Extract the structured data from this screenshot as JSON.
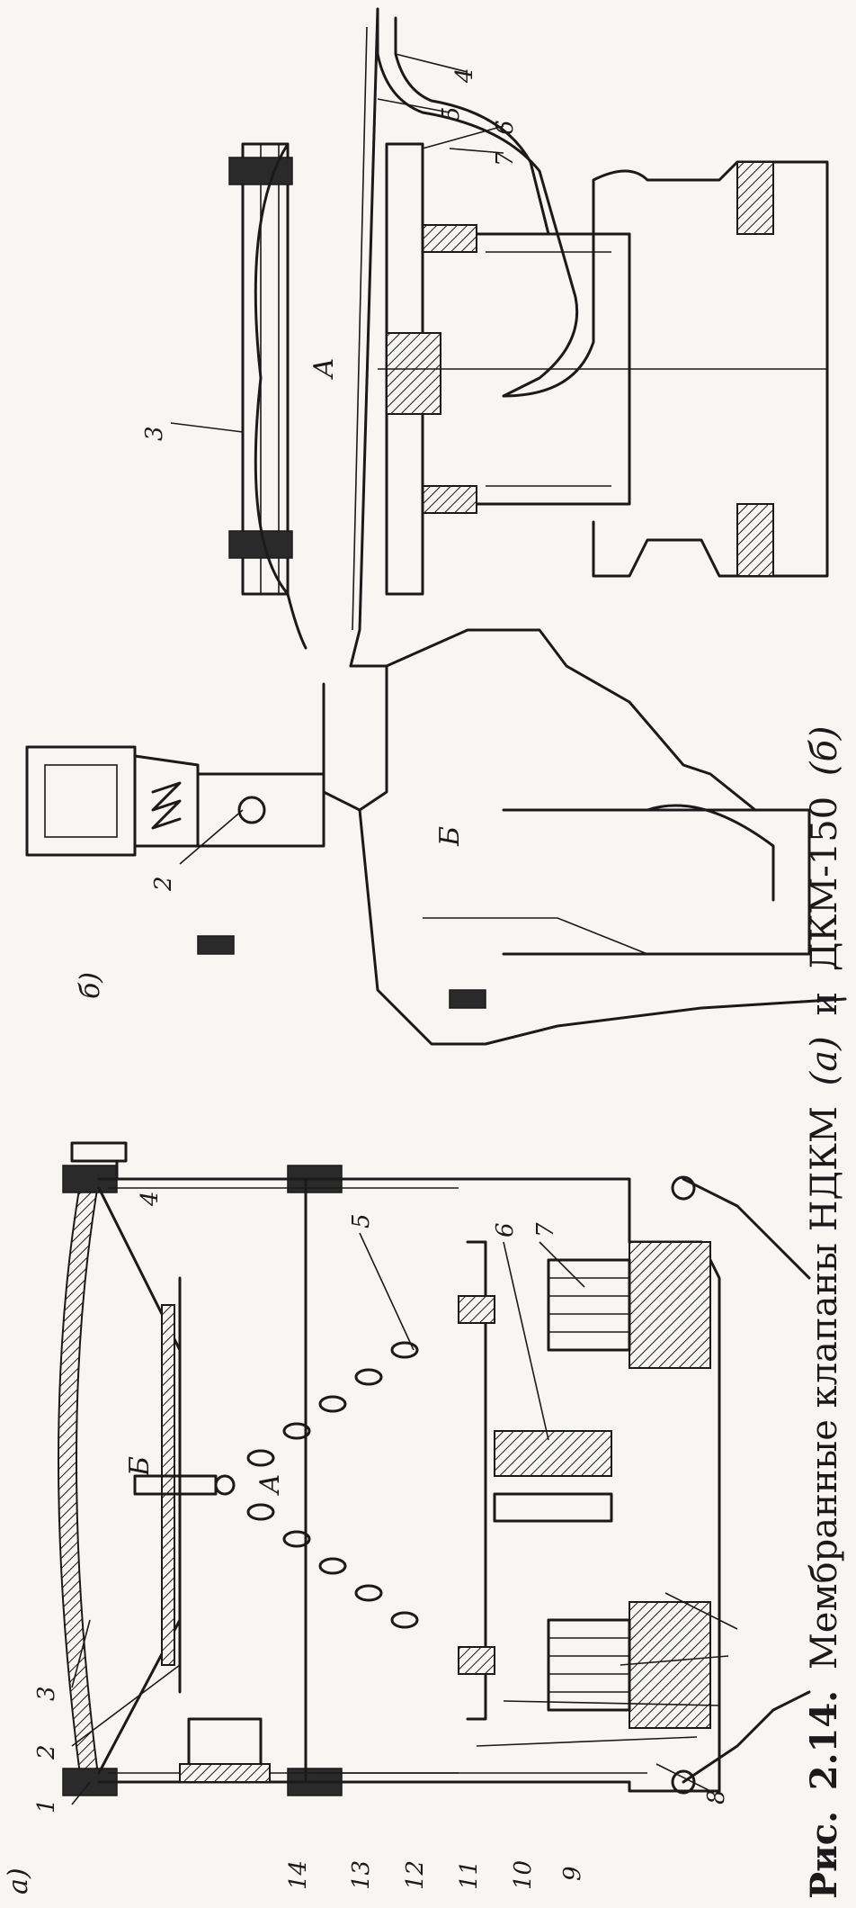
{
  "caption": {
    "prefix": "Рис.",
    "number": "2.14.",
    "text": "Мембранные клапаны НДКМ",
    "label_a": "(а)",
    "conj": "и",
    "text2": "ДКМ-150",
    "label_b": "(б)"
  },
  "panel_a": {
    "label": "а)",
    "chamber_a": "А",
    "chamber_b": "Б",
    "callouts": [
      "1",
      "2",
      "3",
      "4",
      "5",
      "6",
      "7",
      "8",
      "9",
      "10",
      "11",
      "12",
      "13",
      "14"
    ]
  },
  "panel_b": {
    "label": "б)",
    "chamber_a": "А",
    "chamber_b": "Б",
    "callouts": [
      "2",
      "3",
      "4",
      "5",
      "6",
      "7"
    ]
  }
}
